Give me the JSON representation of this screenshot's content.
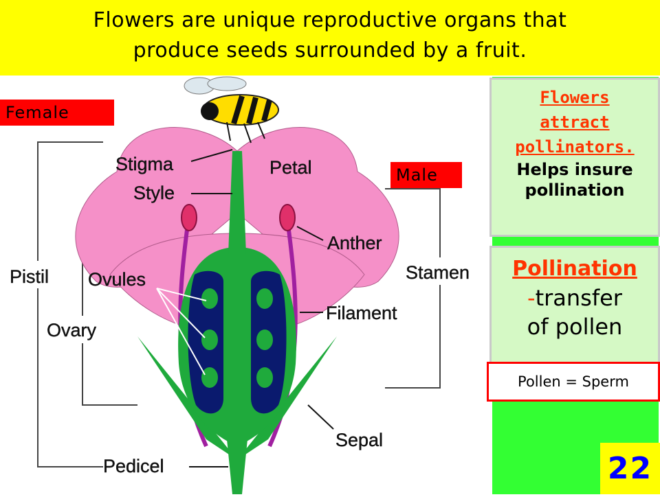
{
  "title": {
    "line1": "Flowers are unique reproductive organs that",
    "line2": "produce seeds surrounded by a fruit."
  },
  "tags": {
    "female": "Female",
    "male": "Male"
  },
  "diagram_labels": {
    "stigma": "Stigma",
    "style": "Style",
    "petal": "Petal",
    "anther": "Anther",
    "stamen": "Stamen",
    "pistil": "Pistil",
    "ovules": "Ovules",
    "ovary": "Ovary",
    "filament": "Filament",
    "sepal": "Sepal",
    "pedicel": "Pedicel"
  },
  "card_attract": {
    "line1": "Flowers",
    "line2": "attract",
    "line3": "pollinators.",
    "line4": "Helps insure",
    "line5": "pollination"
  },
  "card_pollination": {
    "heading": "Pollination",
    "dash": "-",
    "line1": "transfer",
    "line2": "of pollen"
  },
  "pollen_note": "Pollen = Sperm",
  "page_number": "22",
  "colors": {
    "title_bg": "#ffff00",
    "tag_bg": "#ff0000",
    "green_panel": "#33ff33",
    "card_bg": "#d5f9c5",
    "accent_red": "#ff3300",
    "page_number": "#0000ff",
    "petal_pink": "#f590c8",
    "stem_green": "#1faa3c",
    "ovary_navy": "#0a1a6e",
    "filament_purple": "#a020a0"
  }
}
